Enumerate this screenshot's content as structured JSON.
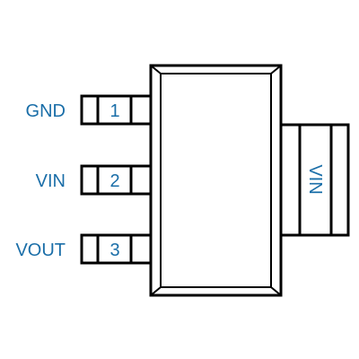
{
  "pins": [
    {
      "number": "1",
      "name": "GND"
    },
    {
      "number": "2",
      "name": "VIN"
    },
    {
      "number": "3",
      "name": "VOUT"
    }
  ],
  "tab": {
    "name": "VIN"
  },
  "colors": {
    "outline": "#000000",
    "label": "#1a6ea8"
  }
}
